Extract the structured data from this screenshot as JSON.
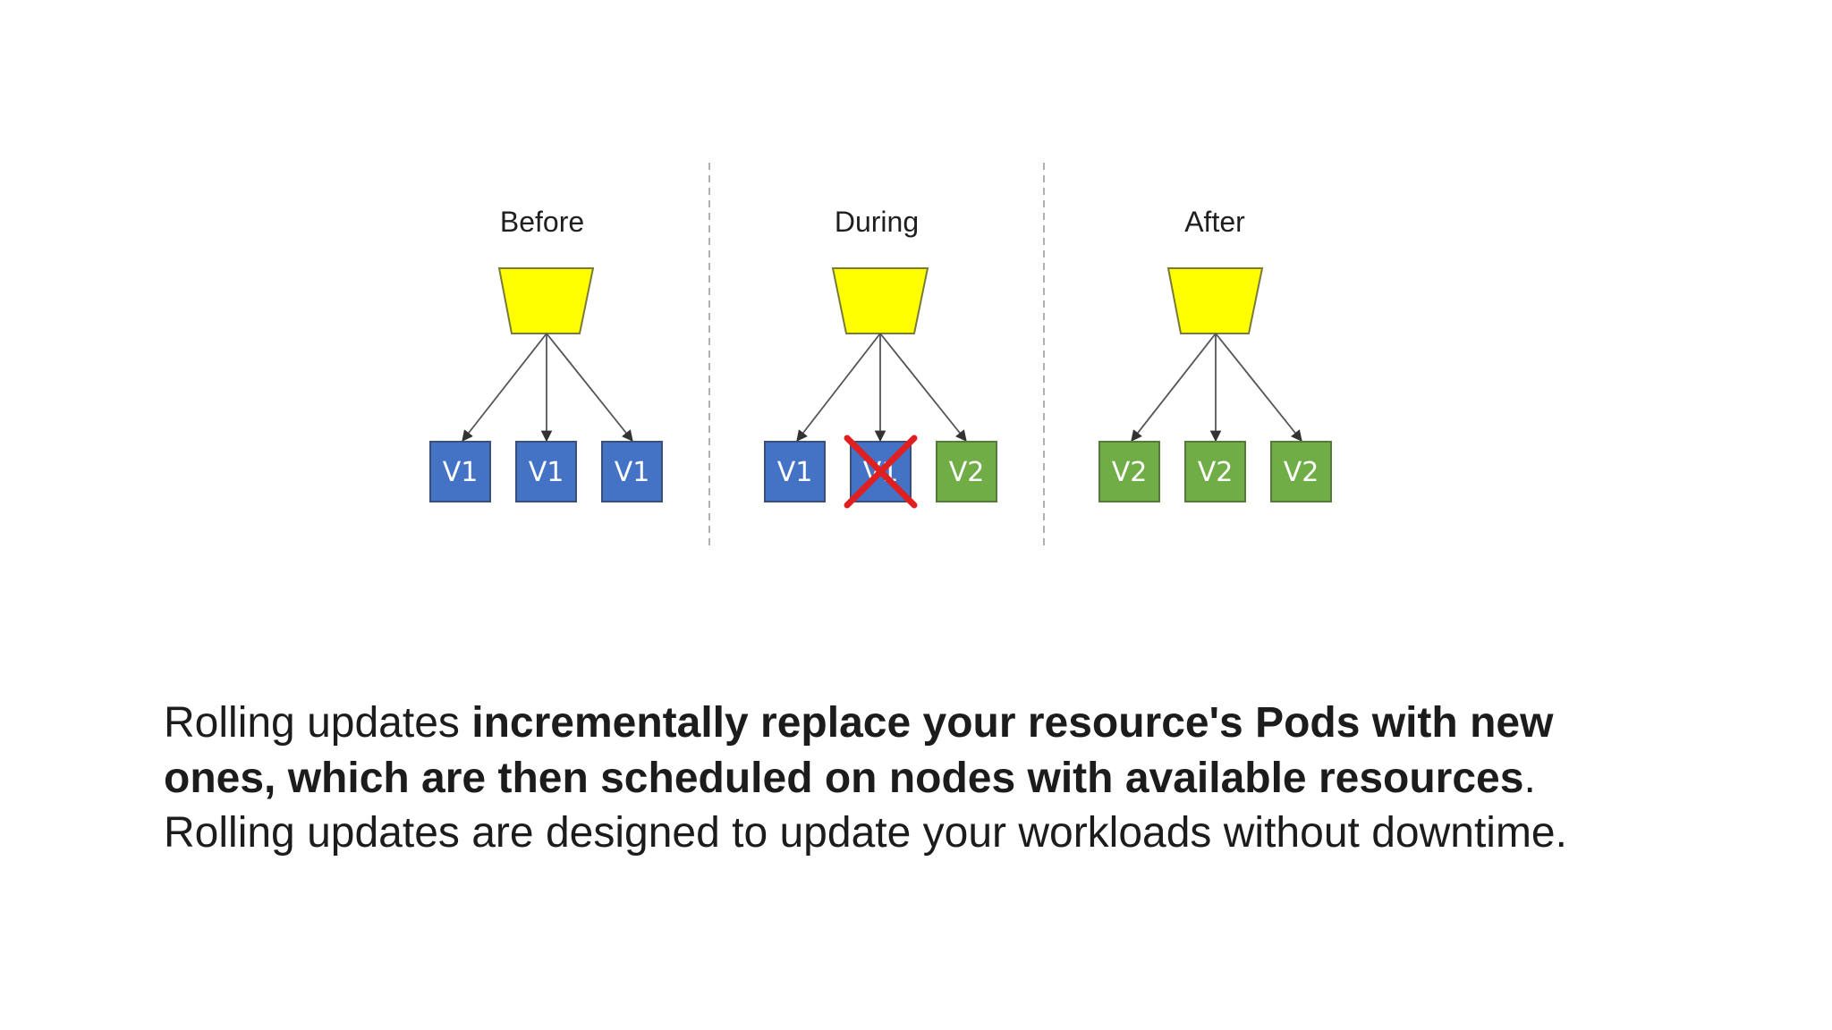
{
  "diagram": {
    "panels": [
      {
        "title": "Before",
        "pods": [
          {
            "label": "V1",
            "color": "#4472c4",
            "removed": false
          },
          {
            "label": "V1",
            "color": "#4472c4",
            "removed": false
          },
          {
            "label": "V1",
            "color": "#4472c4",
            "removed": false
          }
        ]
      },
      {
        "title": "During",
        "pods": [
          {
            "label": "V1",
            "color": "#4472c4",
            "removed": false
          },
          {
            "label": "V1",
            "color": "#4472c4",
            "removed": true
          },
          {
            "label": "V2",
            "color": "#70ad47",
            "removed": false
          }
        ]
      },
      {
        "title": "After",
        "pods": [
          {
            "label": "V2",
            "color": "#70ad47",
            "removed": false
          },
          {
            "label": "V2",
            "color": "#70ad47",
            "removed": false
          },
          {
            "label": "V2",
            "color": "#70ad47",
            "removed": false
          }
        ]
      }
    ],
    "colors": {
      "service": "#ffff00",
      "service_stroke": "#7a7a3a",
      "pod_stroke": "#3c4f7a",
      "pod_stroke_green": "#557a3a",
      "removed_mark": "#e02020",
      "divider": "#b0b0b0",
      "edge": "#555555"
    }
  },
  "caption": {
    "part1": "Rolling updates ",
    "part2_bold": "incrementally replace your resource's Pods with new ones, which are then scheduled on nodes with available resources",
    "part3": ". Rolling updates are designed to update your workloads without downtime."
  }
}
